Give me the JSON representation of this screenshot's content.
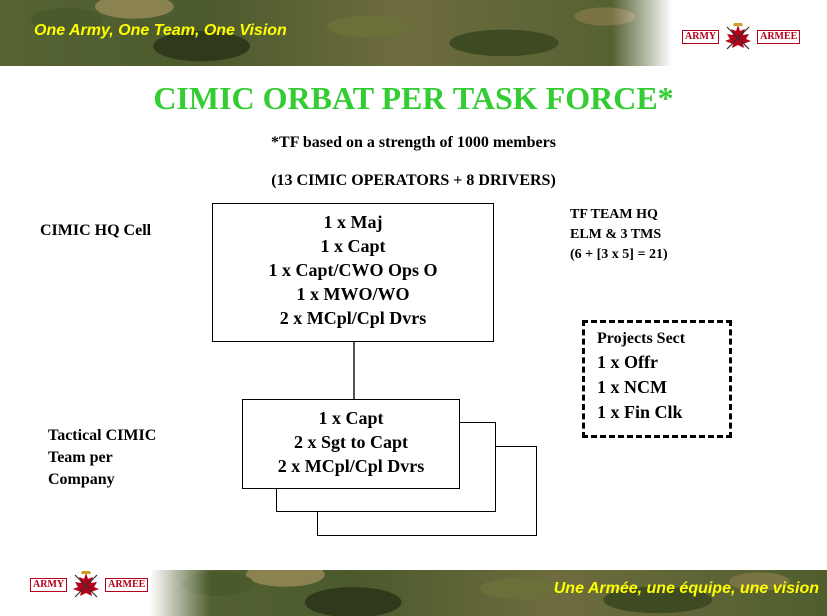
{
  "header": {
    "motto": "One Army, One Team, One Vision",
    "logo_left_word": "ARMY",
    "logo_right_word": "ARMÉE"
  },
  "footer": {
    "motto": "Une Armée, une équipe, une vision",
    "logo_left_word": "ARMY",
    "logo_right_word": "ARMÉE"
  },
  "title": "CIMIC ORBAT PER TASK FORCE*",
  "subtitle1": "*TF based on a strength of 1000 members",
  "subtitle2": "(13 CIMIC OPERATORS + 8 DRIVERS)",
  "hq": {
    "label": "CIMIC HQ Cell",
    "lines": [
      "1 x Maj",
      "1 x Capt",
      "1 x Capt/CWO Ops O",
      "1 x MWO/WO",
      "2 x MCpl/Cpl Dvrs"
    ]
  },
  "tf_team": {
    "lines": [
      "TF TEAM HQ",
      "ELM & 3 TMS",
      "(6 + [3 x 5] = 21)"
    ]
  },
  "projects": {
    "title": "Projects Sect",
    "lines": [
      "1 x Offr",
      "1 x NCM",
      "1 x Fin Clk"
    ]
  },
  "tactical": {
    "label_lines": [
      "Tactical CIMIC",
      "Team per",
      "Company"
    ],
    "lines": [
      "1 x Capt",
      "2 x Sgt to Capt",
      "2 x MCpl/Cpl Dvrs"
    ]
  },
  "colors": {
    "title": "#33cc33",
    "motto": "#ffff00",
    "logo_red": "#b3001b"
  }
}
